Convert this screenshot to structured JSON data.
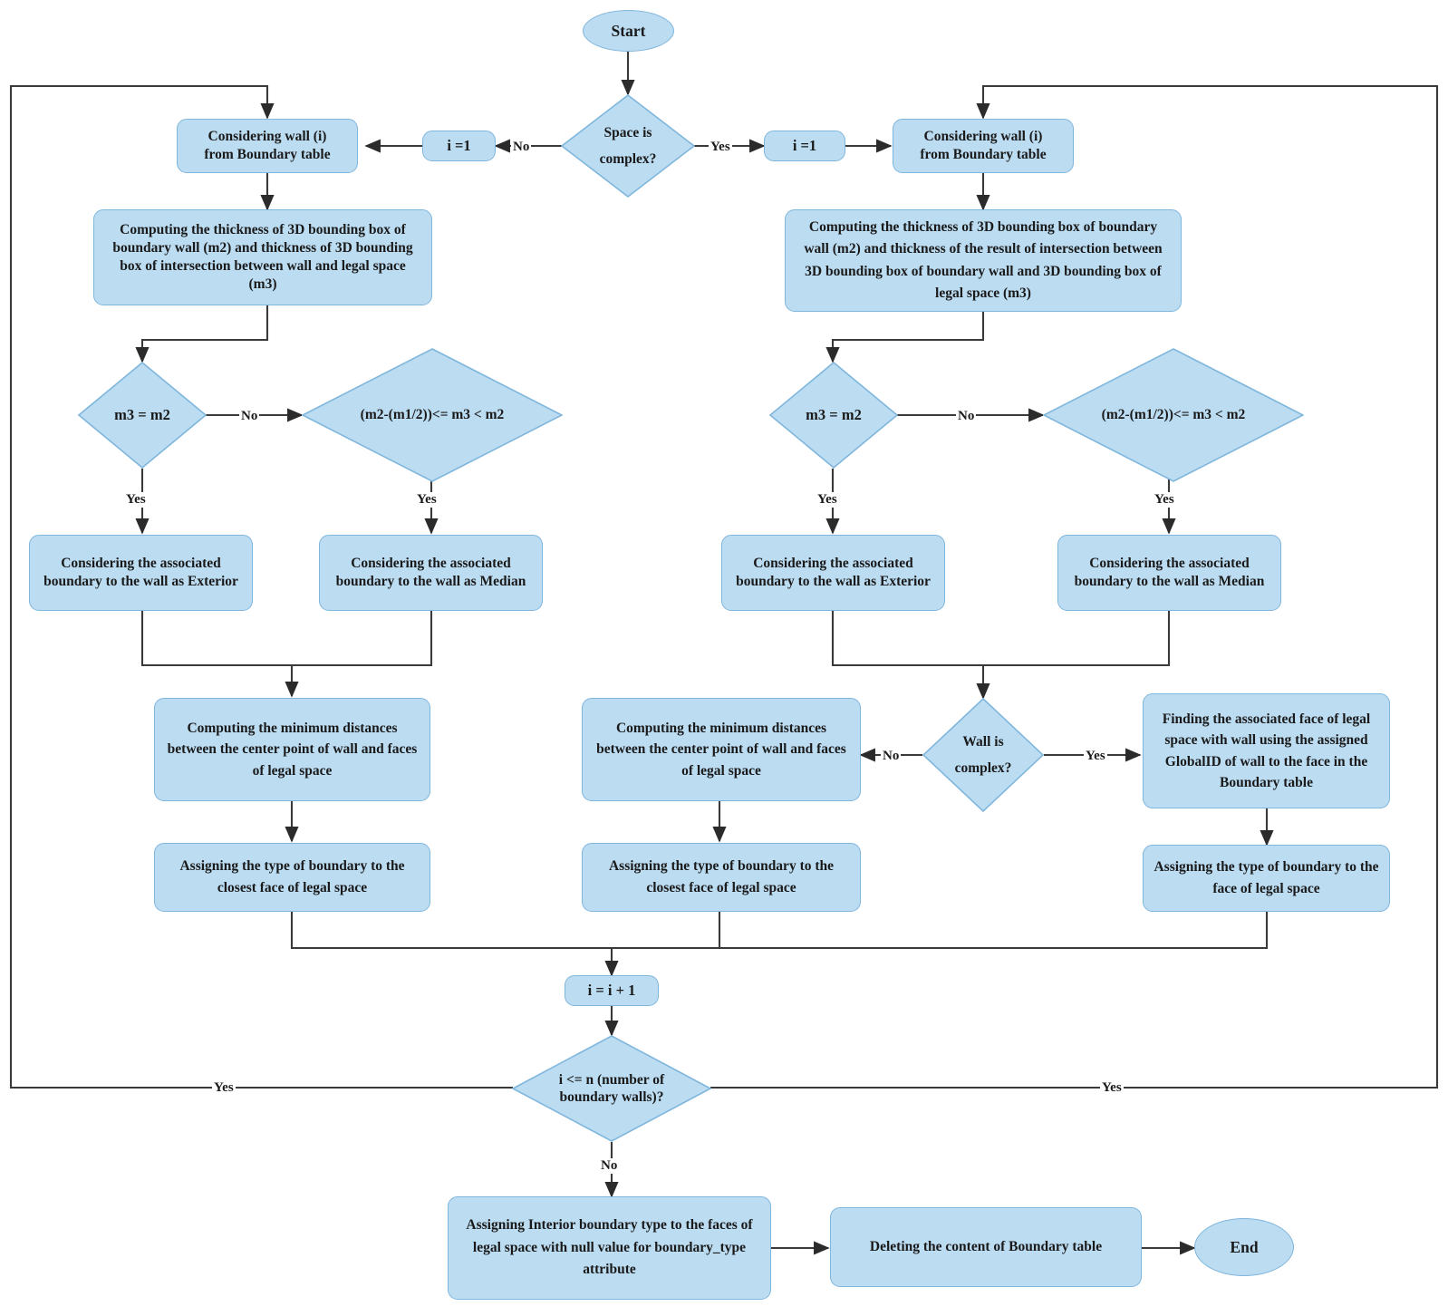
{
  "diagram": {
    "title": "Boundary type assignment flowchart",
    "colors": {
      "node_fill": "#bcdcf2",
      "node_stroke": "#7fb6dc",
      "line": "#3a3a3a",
      "text": "#1a1a1a",
      "background": "#ffffff"
    }
  },
  "nodes": {
    "start": "Start",
    "space_is_complex": "Space is\ncomplex?",
    "i_eq_1_left": "i =1",
    "i_eq_1_right": "i =1",
    "considering_wall_left": "Considering wall (i)\nfrom Boundary table",
    "considering_wall_right": "Considering wall (i)\nfrom Boundary table",
    "computing_thickness_left": "Computing the thickness of 3D bounding box of boundary wall (m2) and thickness of 3D bounding box of intersection between wall and legal space (m3)",
    "computing_thickness_right": "Computing the thickness of 3D bounding box of boundary wall (m2) and thickness of the result of intersection between 3D bounding box of boundary wall and 3D bounding box of legal space (m3)",
    "m3_eq_m2_left": "m3 = m2",
    "m3_eq_m2_right": "m3 = m2",
    "range_check_left": "(m2-(m1/2))<= m3 < m2",
    "range_check_right": "(m2-(m1/2))<= m3 < m2",
    "exterior_left": "Considering the associated boundary to the wall as Exterior",
    "median_left": "Considering the associated boundary to the wall as Median",
    "exterior_right": "Considering the associated boundary to the wall as Exterior",
    "median_right": "Considering the associated boundary to the wall as Median",
    "min_dist_left": "Computing the minimum distances between the center point of wall and faces of legal space",
    "min_dist_mid": "Computing the minimum distances between the center point of wall and faces of legal space",
    "wall_is_complex": "Wall  is\ncomplex?",
    "finding_face": "Finding the associated face of legal space with wall using the assigned GlobalID of wall to the face in the Boundary table",
    "assign_closest_left": "Assigning the type of boundary to the closest face of legal space",
    "assign_closest_mid": "Assigning the type of boundary to the closest face of legal space",
    "assign_face_right": "Assigning the type of boundary to the face of legal space",
    "increment": "i = i + 1",
    "loop_check": "i <= n (number of boundary walls)?",
    "assign_interior": "Assigning Interior boundary type to the faces of legal space with null value for boundary_type attribute",
    "delete_boundary": "Deleting the content of Boundary table",
    "end": "End"
  },
  "node_lines": {
    "space_is_complex_l1": "Space is",
    "space_is_complex_l2": "complex?",
    "wall_is_complex_l1": "Wall  is",
    "wall_is_complex_l2": "complex?",
    "considering_wall_l1": "Considering wall (i)",
    "considering_wall_l2": "from Boundary table",
    "loop_check_l1": "i <= n (number of",
    "loop_check_l2": "boundary walls)?"
  },
  "edge_labels": {
    "space_no": "No",
    "space_yes": "Yes",
    "m3_no_left": "No",
    "m3_no_right": "No",
    "m3_yes_left": "Yes",
    "range_yes_left": "Yes",
    "m3_yes_right": "Yes",
    "range_yes_right": "Yes",
    "wall_no": "No",
    "wall_yes": "Yes",
    "loop_yes_left": "Yes",
    "loop_yes_right": "Yes",
    "loop_no": "No"
  }
}
